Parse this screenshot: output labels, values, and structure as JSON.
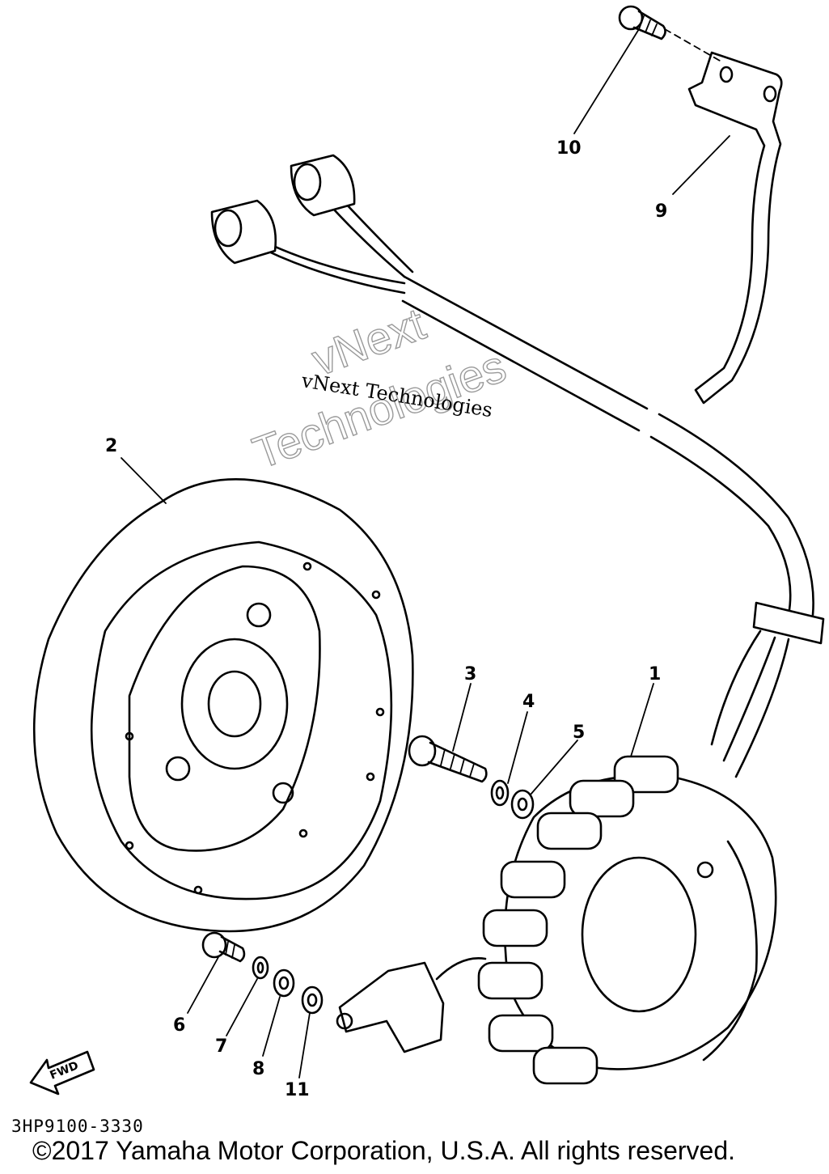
{
  "callouts": {
    "c1": "1",
    "c2": "2",
    "c3": "3",
    "c4": "4",
    "c5": "5",
    "c6": "6",
    "c7": "7",
    "c8": "8",
    "c9": "9",
    "c10": "10",
    "c11": "11"
  },
  "watermark": {
    "line_small": "vNext Technologies",
    "line_big_1": "vNext",
    "line_big_2": "Technologies"
  },
  "fwd_label": "FWD",
  "part_number": "3HP9100-3330",
  "copyright": "©2017 Yamaha Motor Corporation, U.S.A. All rights reserved."
}
